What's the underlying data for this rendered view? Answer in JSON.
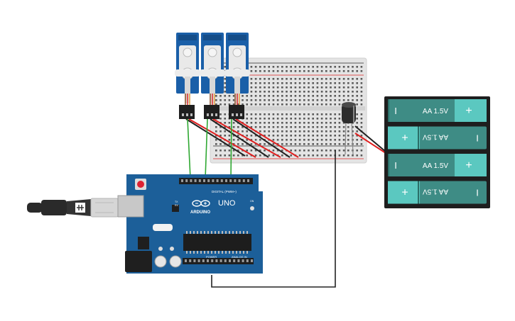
{
  "arduino": {
    "logo_text": "ARDUINO",
    "model": "UNO",
    "digital_label": "DIGITAL (PWM~)",
    "power_label": "POWER",
    "analog_label": "ANALOG IN",
    "tx_label": "TX",
    "rx_label": "RX",
    "on_label": "ON"
  },
  "battery": {
    "cells": [
      {
        "label": "AA 1.5V",
        "flipped": false
      },
      {
        "label": "AA 1.5V",
        "flipped": true
      },
      {
        "label": "AA 1.5V",
        "flipped": false
      },
      {
        "label": "AA 1.5V",
        "flipped": true
      }
    ],
    "plus": "+",
    "minus": "I"
  },
  "servos": {
    "count": 3
  },
  "colors": {
    "board": "#1c5f99",
    "servo": "#1a5fa8",
    "battery_cell": "#3e8c85",
    "battery_case": "#1e1e1e",
    "wire_red": "#e01f1f",
    "wire_black": "#222222",
    "wire_green": "#2fa832"
  }
}
